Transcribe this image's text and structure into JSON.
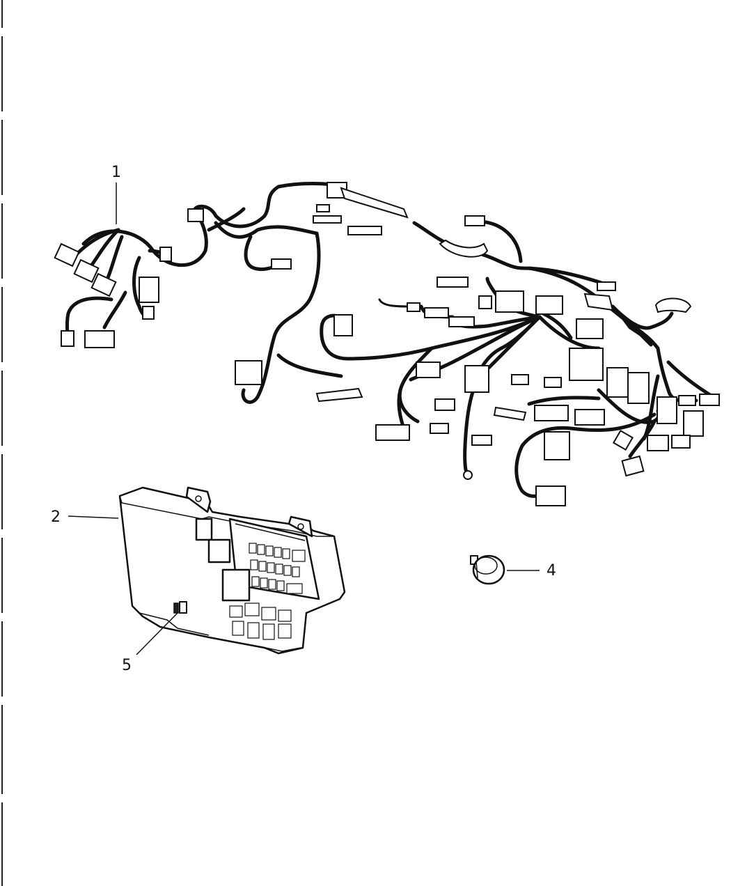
{
  "callouts": {
    "c1": "1",
    "c2": "2",
    "c4": "4",
    "c5": "5"
  }
}
